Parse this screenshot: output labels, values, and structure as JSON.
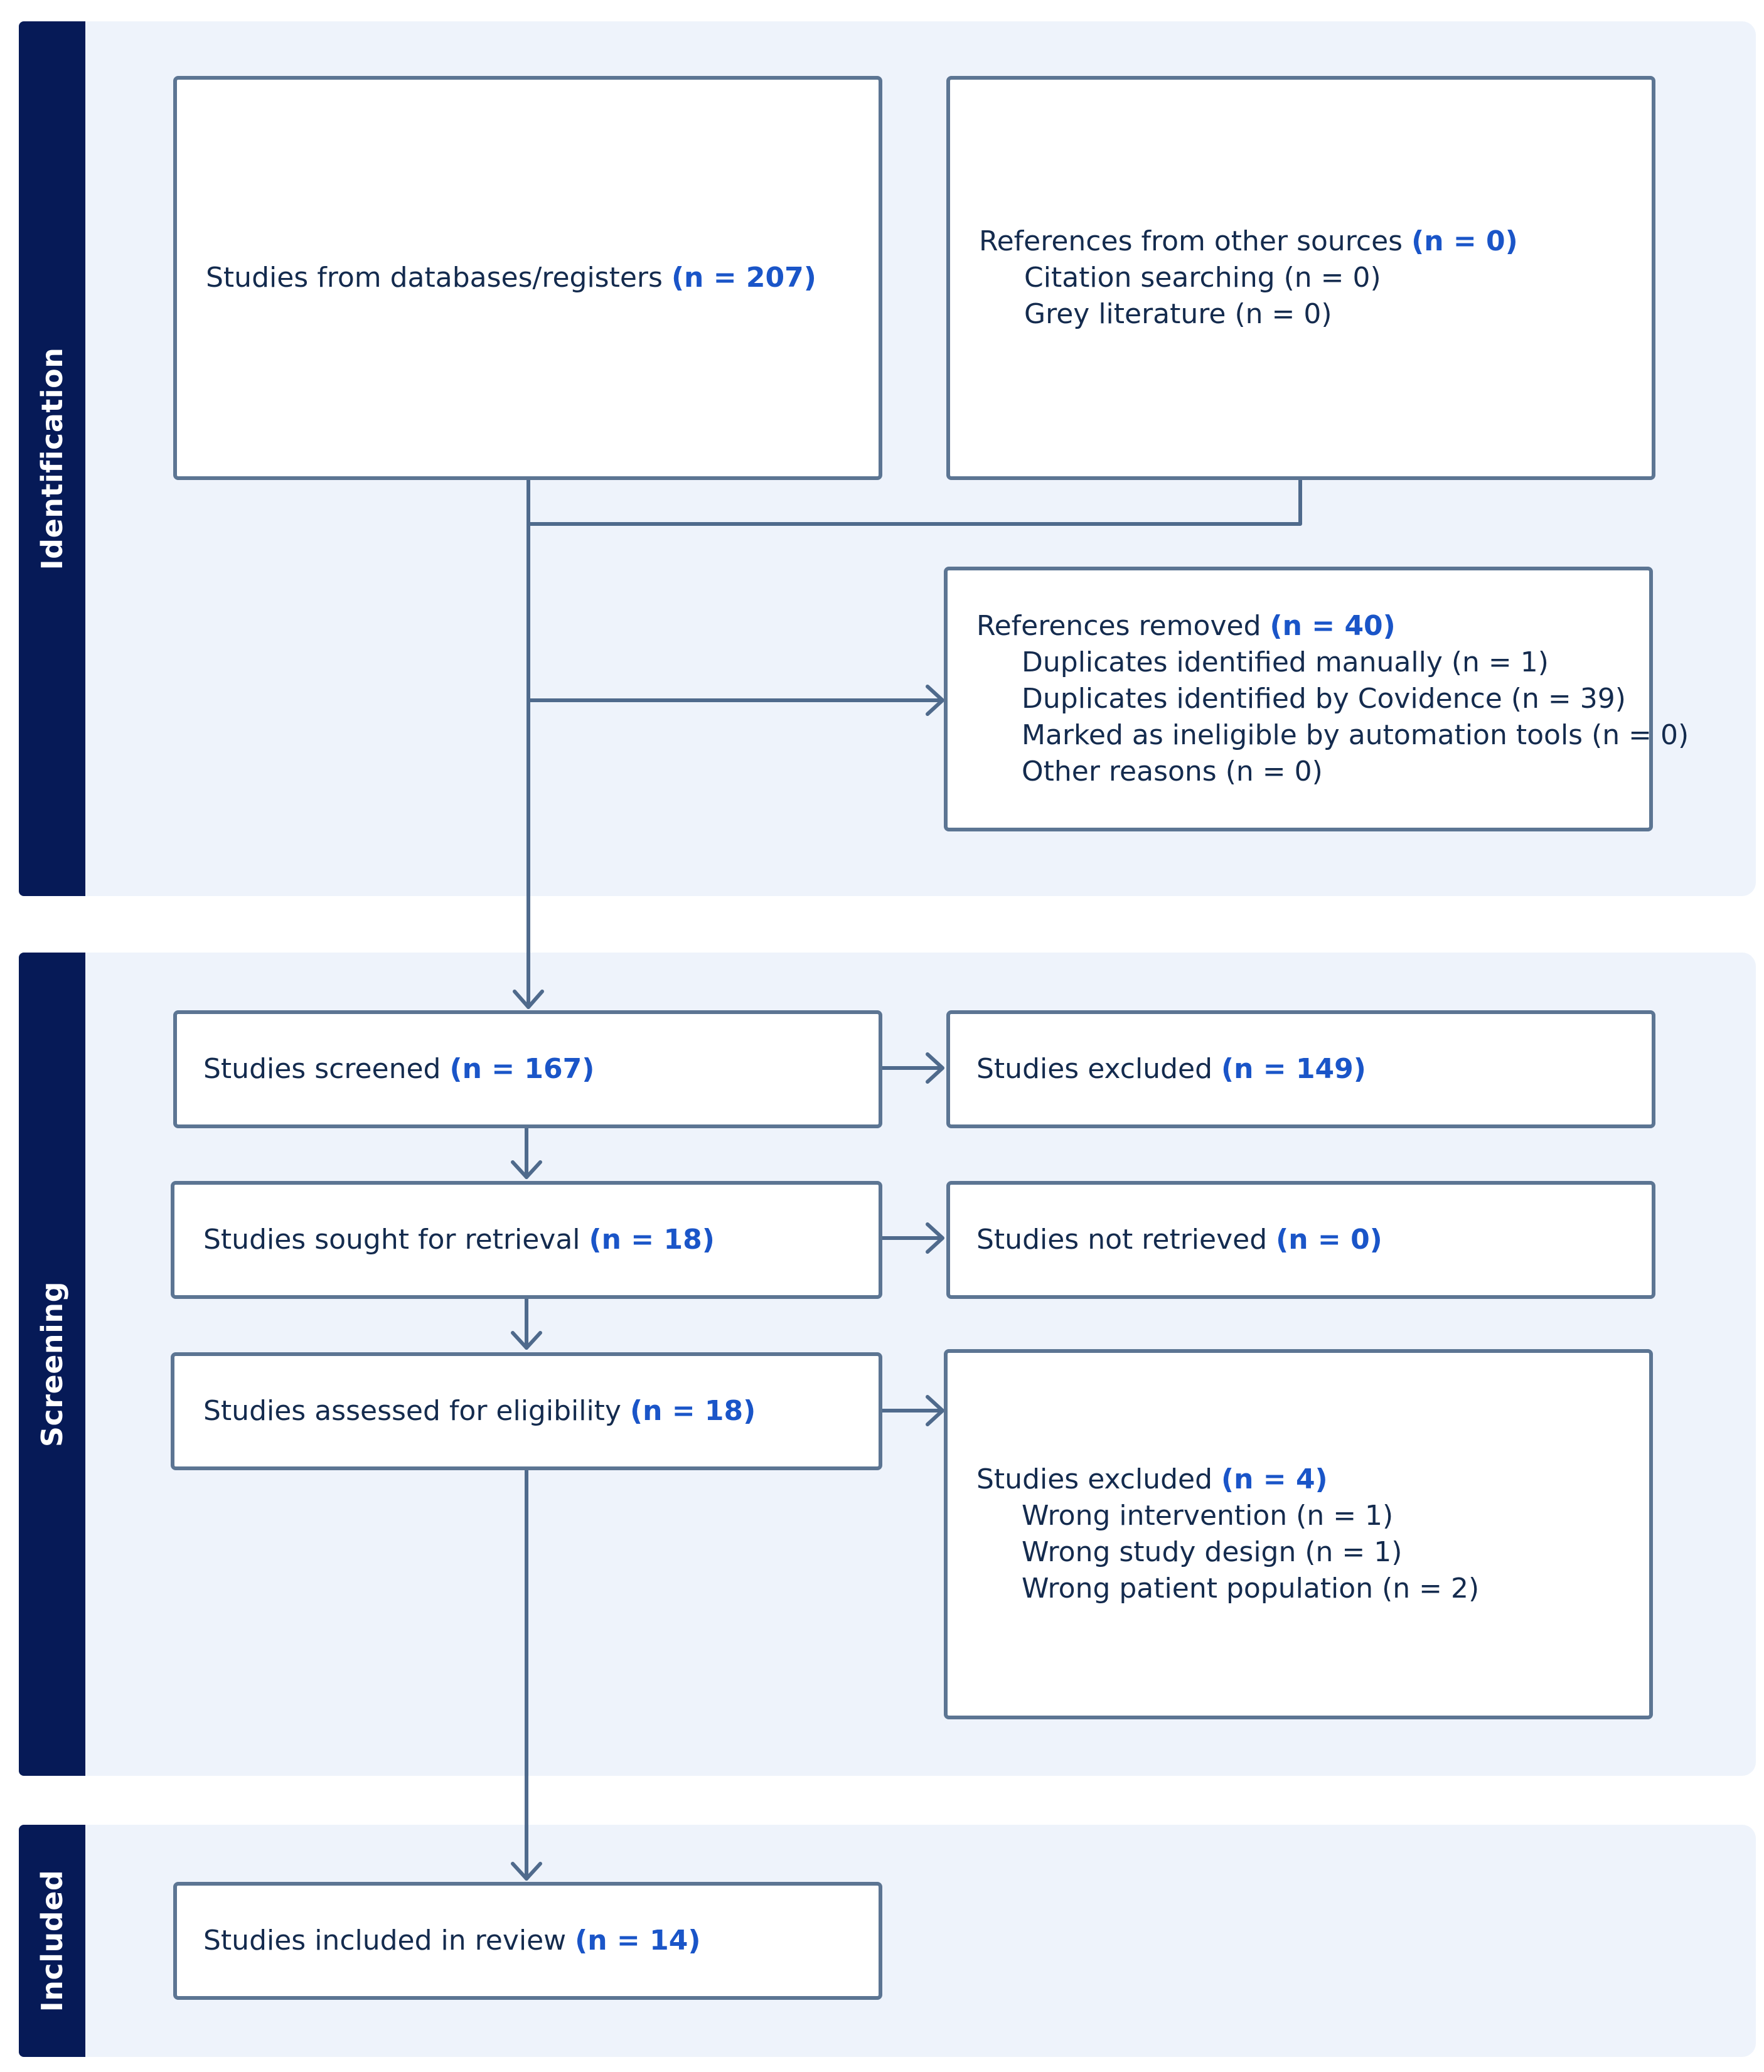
{
  "phases": {
    "identification": "Identification",
    "screening": "Screening",
    "included": "Included"
  },
  "identification": {
    "databases": {
      "label": "Studies from databases/registers",
      "count": "(n = 207)"
    },
    "other_sources": {
      "label": "References from other sources",
      "count": "(n = 0)",
      "items": [
        "Citation searching (n = 0)",
        "Grey literature (n = 0)"
      ]
    },
    "removed": {
      "label": "References removed",
      "count": "(n = 40)",
      "items": [
        "Duplicates identified manually (n = 1)",
        "Duplicates identified by Covidence (n = 39)",
        "Marked as ineligible by automation tools (n = 0)",
        "Other reasons (n = 0)"
      ]
    }
  },
  "screening": {
    "screened": {
      "label": "Studies screened",
      "count": "(n = 167)"
    },
    "excluded": {
      "label": "Studies excluded",
      "count": "(n = 149)"
    },
    "sought": {
      "label": "Studies sought for retrieval",
      "count": "(n = 18)"
    },
    "not_retrieved": {
      "label": "Studies not retrieved",
      "count": "(n = 0)"
    },
    "assessed": {
      "label": "Studies assessed for eligibility",
      "count": "(n = 18)"
    },
    "excluded_eligibility": {
      "label": "Studies excluded",
      "count": "(n = 4)",
      "items": [
        "Wrong intervention (n = 1)",
        "Wrong study design (n = 1)",
        "Wrong patient population (n = 2)"
      ]
    }
  },
  "included": {
    "review": {
      "label": "Studies included in review",
      "count": "(n = 14)"
    }
  },
  "colors": {
    "panel_bg": "#eef3fb",
    "phase_bar": "#061a57",
    "box_border": "#5c7593",
    "count_text": "#1a55c8",
    "connector": "#4f6a8c"
  }
}
